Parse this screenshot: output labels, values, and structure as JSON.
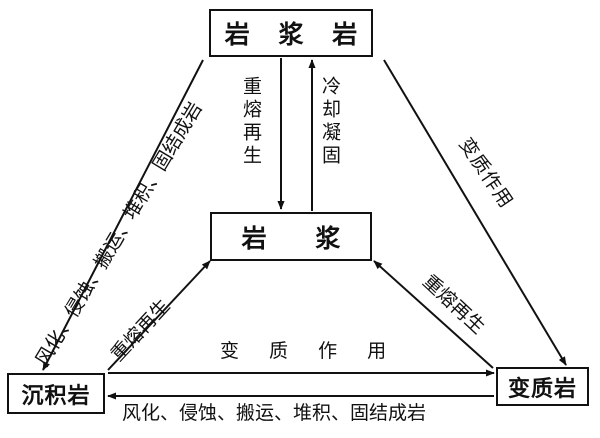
{
  "nodes": {
    "magmatic_rock": "岩 浆 岩",
    "magma": "岩 浆",
    "sedimentary_rock": "沉积岩",
    "metamorphic_rock": "变质岩"
  },
  "edges": {
    "magmatic_to_magma": "重熔再生",
    "magma_to_magmatic": "冷却凝固",
    "magmatic_to_sedimentary": "风化、侵蚀、搬运、堆积、固结成岩",
    "magmatic_to_metamorphic": "变质作用",
    "sedimentary_to_magma": "重熔再生",
    "metamorphic_to_magma": "重熔再生",
    "sedimentary_to_metamorphic": "变 质 作 用",
    "metamorphic_to_sedimentary": "风化、侵蚀、搬运、堆积、固结成岩"
  },
  "colors": {
    "line": "#111111",
    "background": "#ffffff"
  }
}
